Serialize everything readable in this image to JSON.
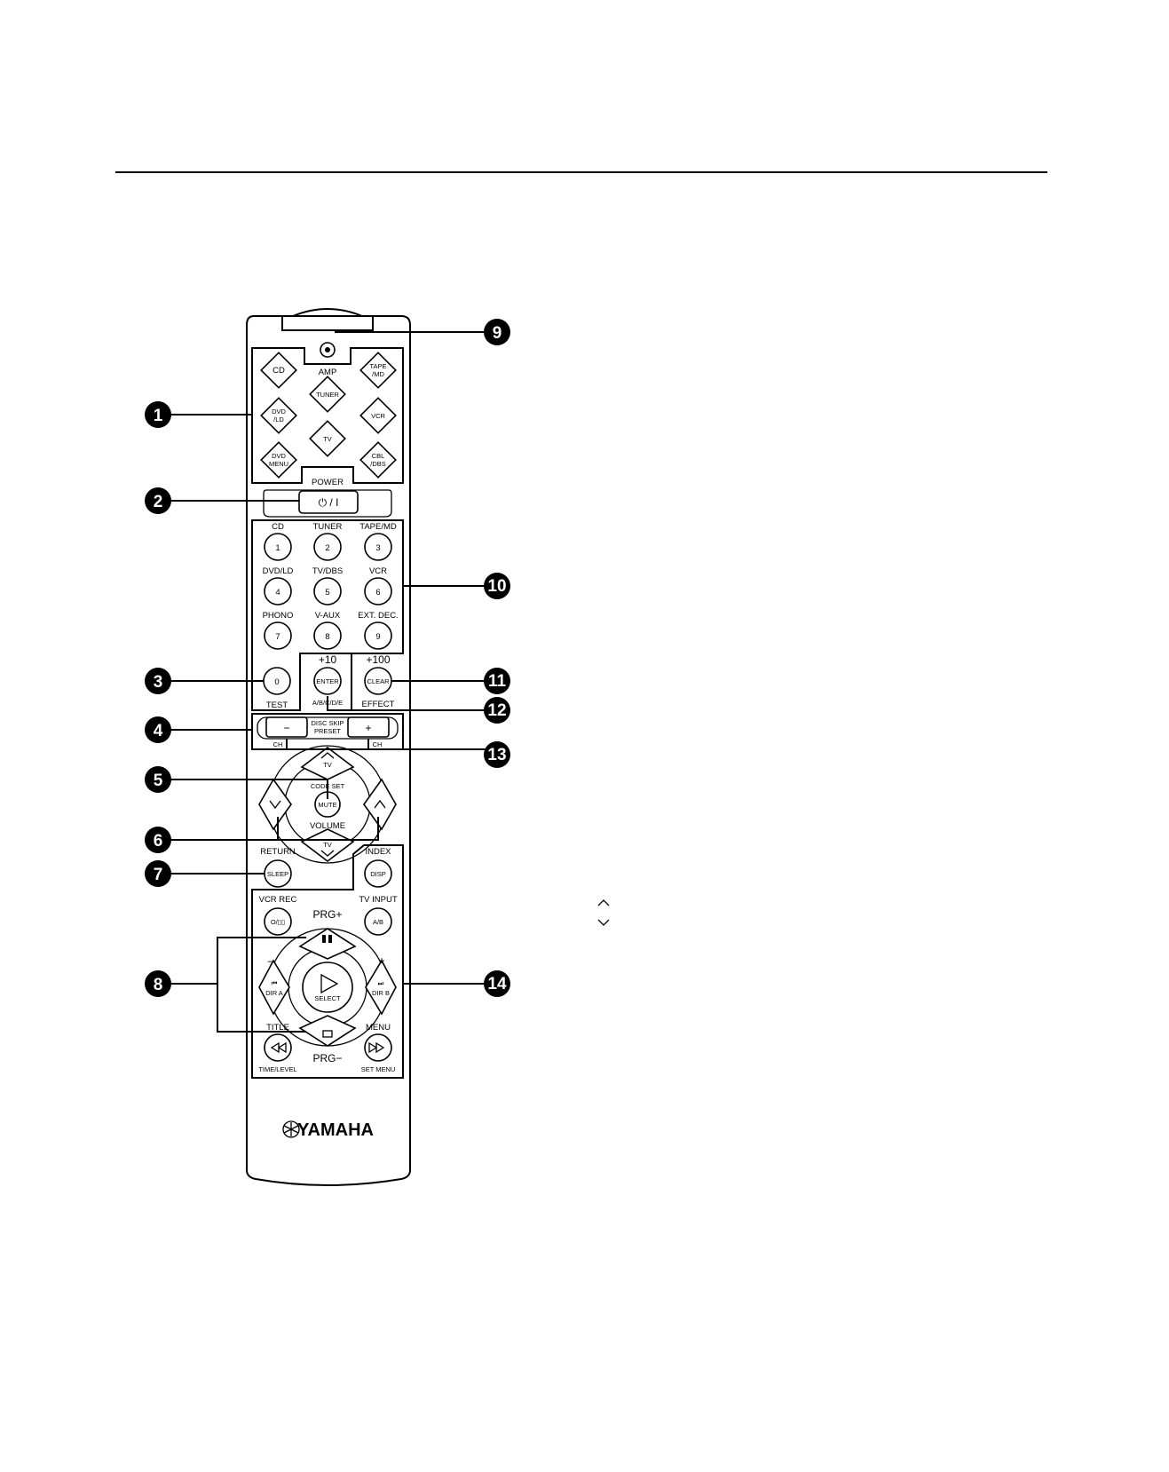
{
  "callouts": [
    "1",
    "2",
    "3",
    "4",
    "5",
    "6",
    "7",
    "8",
    "9",
    "10",
    "11",
    "12",
    "13",
    "14"
  ],
  "inputs": {
    "cd": "CD",
    "amp": "AMP",
    "tape_md": [
      "TAPE",
      "/MD"
    ],
    "tuner": "TUNER",
    "dvd_ld": [
      "DVD",
      "/LD"
    ],
    "vcr": "VCR",
    "tv": "TV",
    "dvd_menu": [
      "DVD",
      "MENU"
    ],
    "cbl_dbs": [
      "CBL",
      "/DBS"
    ]
  },
  "power": {
    "label": "POWER",
    "button": "⏻ / I"
  },
  "numpad": {
    "keys": [
      {
        "top": "CD",
        "key": "1"
      },
      {
        "top": "TUNER",
        "key": "2"
      },
      {
        "top": "TAPE/MD",
        "key": "3"
      },
      {
        "top": "DVD/LD",
        "key": "4"
      },
      {
        "top": "TV/DBS",
        "key": "5"
      },
      {
        "top": "VCR",
        "key": "6"
      },
      {
        "top": "PHONO",
        "key": "7"
      },
      {
        "top": "V-AUX",
        "key": "8"
      },
      {
        "top": "EXT. DEC.",
        "key": "9"
      }
    ],
    "zero": {
      "key": "0",
      "bottom": "TEST"
    },
    "enter": {
      "top": "+10",
      "key": "ENTER",
      "bottom": "A/B/C/D/E"
    },
    "clear": {
      "top": "+100",
      "key": "CLEAR",
      "bottom": "EFFECT"
    }
  },
  "preset": {
    "label": [
      "DISC SKIP",
      "PRESET"
    ],
    "minus": "−",
    "plus": "+",
    "ch": "CH"
  },
  "volume": {
    "tv": "TV",
    "mute": "MUTE",
    "code_set": "CODE SET",
    "volume": "VOLUME"
  },
  "misc": {
    "return": "RETURN",
    "sleep": "SLEEP",
    "index": "INDEX",
    "disp": "DISP",
    "vcr_rec": "VCR REC",
    "rec_btn": "O/▯▯",
    "tv_input": "TV INPUT",
    "ab": "A/B"
  },
  "transport": {
    "prg_plus": "PRG+",
    "prg_minus": "PRG−",
    "minus": "–",
    "plus": "+",
    "dir_a": "DIR A",
    "dir_b": "DIR B",
    "select": "SELECT",
    "title": "TITLE",
    "time_level": "TIME/LEVEL",
    "menu": "MENU",
    "set_menu": "SET MENU"
  },
  "brand": "YAMAHA"
}
